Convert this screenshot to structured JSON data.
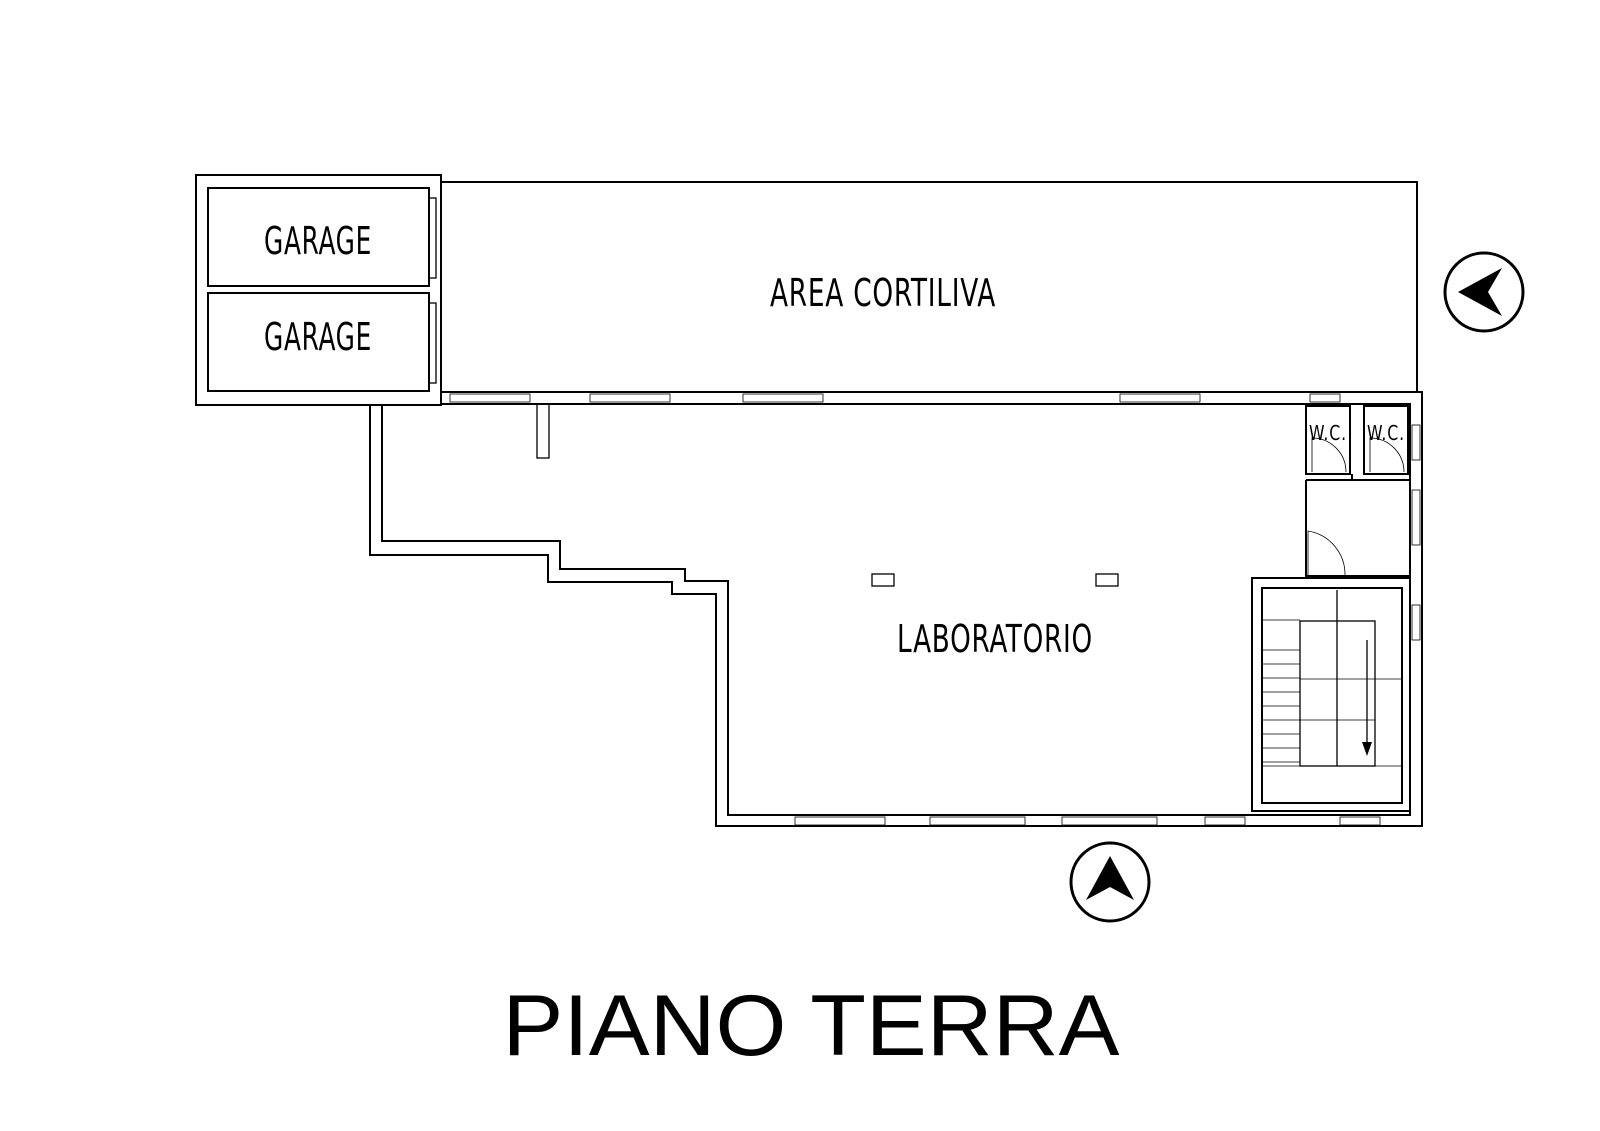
{
  "drawing": {
    "title": "PIANO TERRA",
    "rooms": {
      "garage_top": "GARAGE",
      "garage_bottom": "GARAGE",
      "courtyard": "AREA CORTILIVA",
      "laboratory": "LABORATORIO",
      "wc_left": "W.C.",
      "wc_right": "W.C."
    },
    "entrance_markers": [
      {
        "id": "east-entrance",
        "direction": "left",
        "icon": "arrow-left-icon"
      },
      {
        "id": "south-entrance",
        "direction": "up",
        "icon": "arrow-up-icon"
      }
    ],
    "colors": {
      "ink": "#000000",
      "paper": "#ffffff"
    }
  }
}
